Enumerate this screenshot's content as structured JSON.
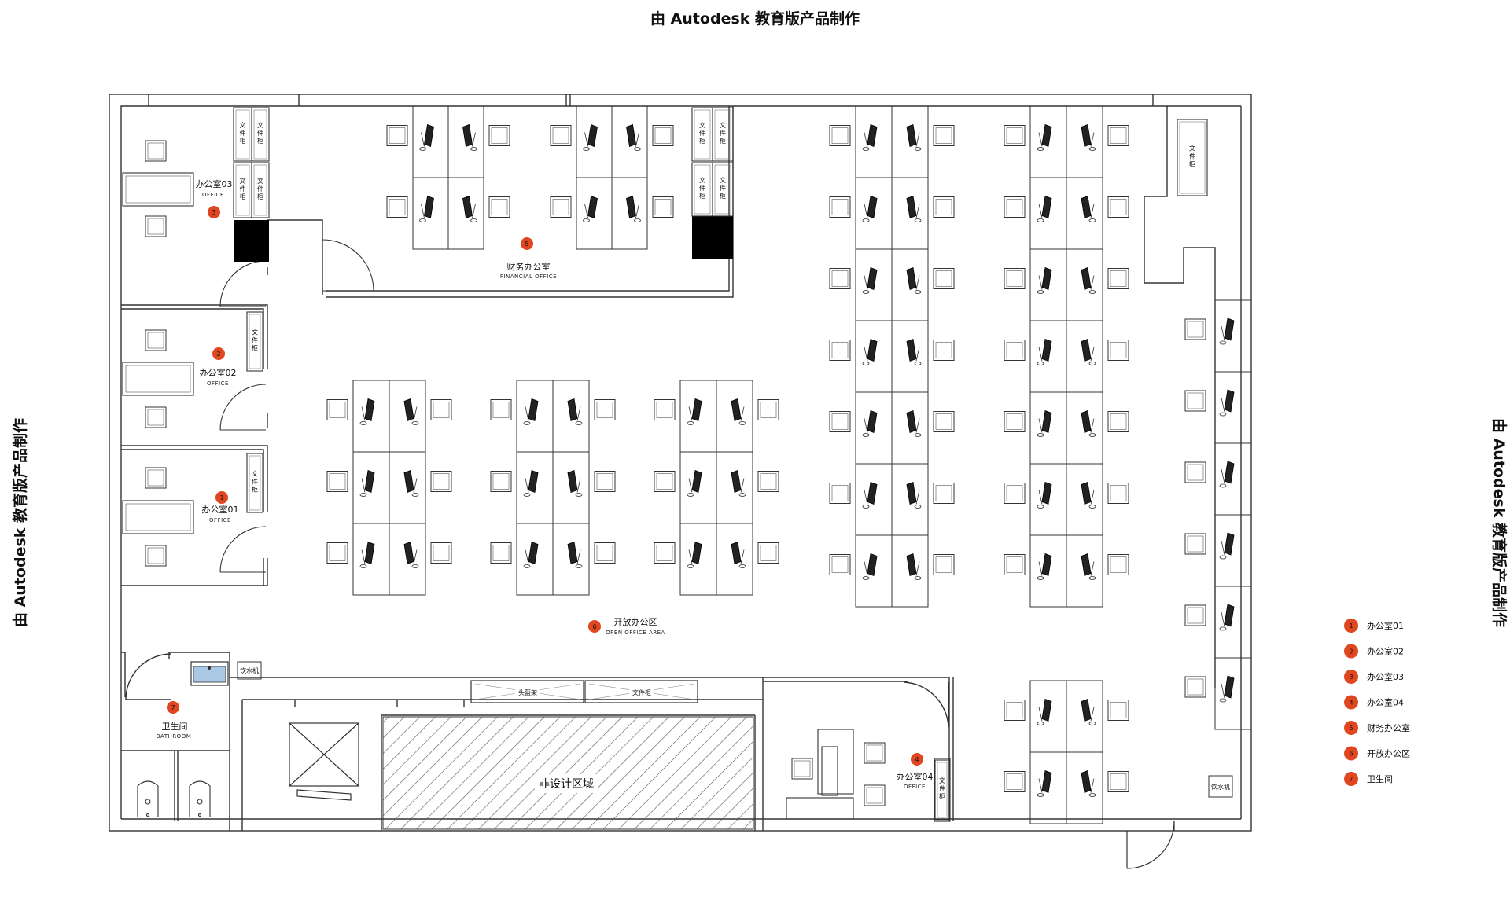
{
  "watermark": {
    "top": "由 Autodesk 教育版产品制作",
    "left": "由 Autodesk 教育版产品制作",
    "right": "由 Autodesk 教育版产品制作"
  },
  "rooms": {
    "office03": {
      "title": "办公室03",
      "sub": "OFFICE",
      "num": "3"
    },
    "office02": {
      "title": "办公室02",
      "sub": "OFFICE",
      "num": "2"
    },
    "office01": {
      "title": "办公室01",
      "sub": "OFFICE",
      "num": "1"
    },
    "financial": {
      "title": "财务办公室",
      "sub": "FINANCIAL OFFICE",
      "num": "5"
    },
    "open": {
      "title": "开放办公区",
      "sub": "OPEN OFFICE AREA",
      "num": "6"
    },
    "bathroom": {
      "title": "卫生间",
      "sub": "BATHROOM",
      "num": "7"
    },
    "office04": {
      "title": "办公室04",
      "sub": "OFFICE",
      "num": "4"
    },
    "non_design": {
      "title": "非设计区域"
    }
  },
  "fixtures": {
    "cabinet": "文件柜",
    "cabinet_vertical": [
      "文",
      "件",
      "柜"
    ],
    "water_dispenser": "饮水机",
    "helmet_rack": "头盔架"
  },
  "legend": [
    {
      "num": "1",
      "label": "办公室01"
    },
    {
      "num": "2",
      "label": "办公室02"
    },
    {
      "num": "3",
      "label": "办公室03"
    },
    {
      "num": "4",
      "label": "办公室04"
    },
    {
      "num": "5",
      "label": "财务办公室"
    },
    {
      "num": "6",
      "label": "开放办公区"
    },
    {
      "num": "7",
      "label": "卫生间"
    }
  ],
  "colors": {
    "marker": "#e0461f",
    "line": "#333333",
    "fill_dark": "#000000"
  }
}
